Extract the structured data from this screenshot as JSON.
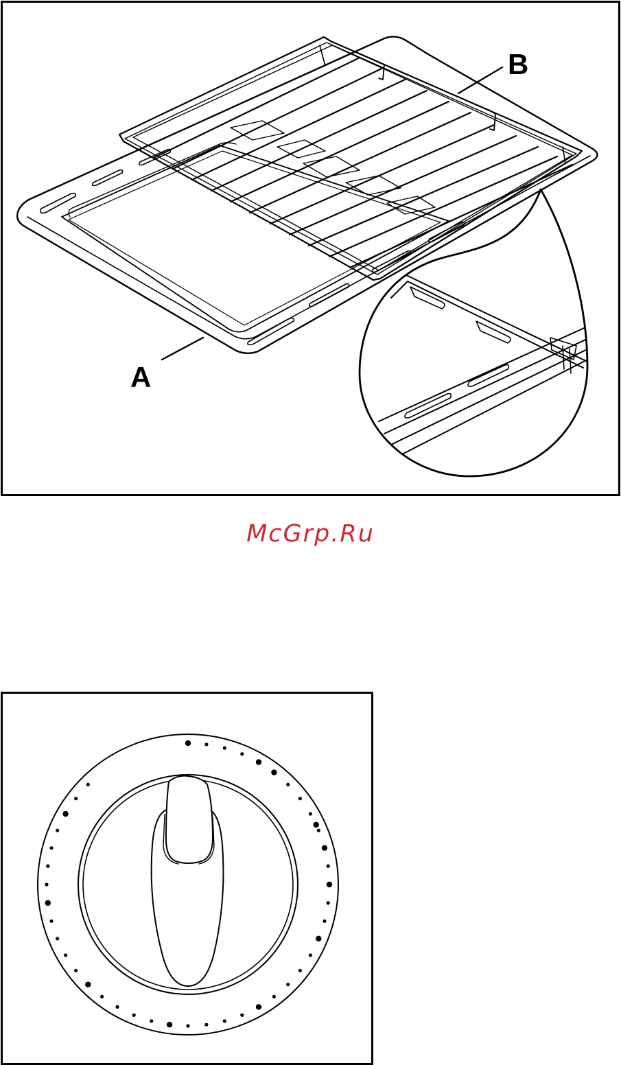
{
  "figure_top": {
    "label_tray": "A",
    "label_rack": "B"
  },
  "watermark": {
    "text": "McGrp.Ru",
    "color": "#cc2a36"
  },
  "figure_bottom": {
    "icon": "control-knob-icon"
  },
  "colors": {
    "line": "#000000",
    "paper": "#ffffff"
  }
}
